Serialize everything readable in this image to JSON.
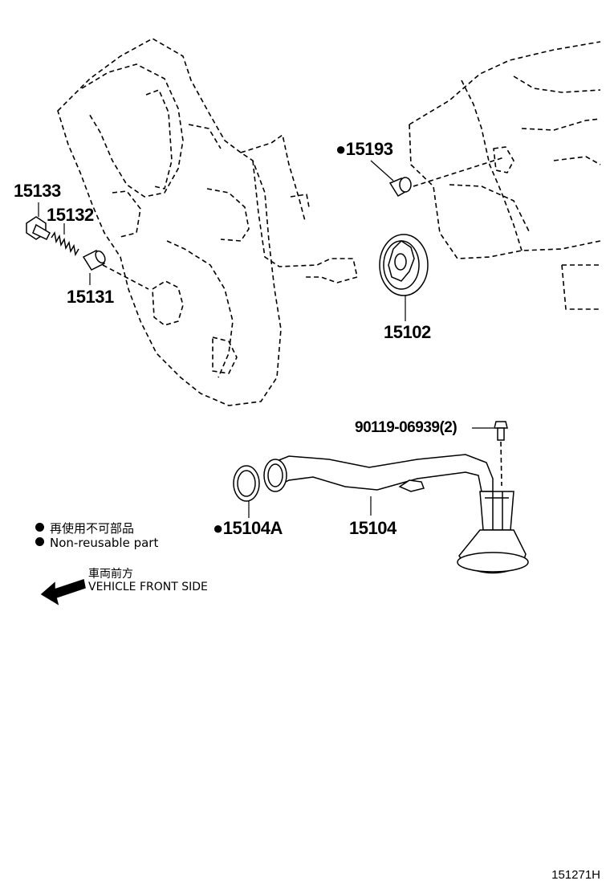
{
  "parts": {
    "p15133": "15133",
    "p15132": "15132",
    "p15131": "15131",
    "p15193": "15193",
    "p15102": "15102",
    "p90119": "90119-06939(2)",
    "p15104A": "15104A",
    "p15104": "15104"
  },
  "non_reusable_marker": "●",
  "legend": {
    "line1": "再使用不可部品",
    "line2": "Non-reusable part"
  },
  "direction": {
    "line1": "車両前方",
    "line2": "VEHICLE FRONT SIDE"
  },
  "reference_code": "151271H",
  "colors": {
    "ink": "#000000",
    "background": "#ffffff"
  }
}
